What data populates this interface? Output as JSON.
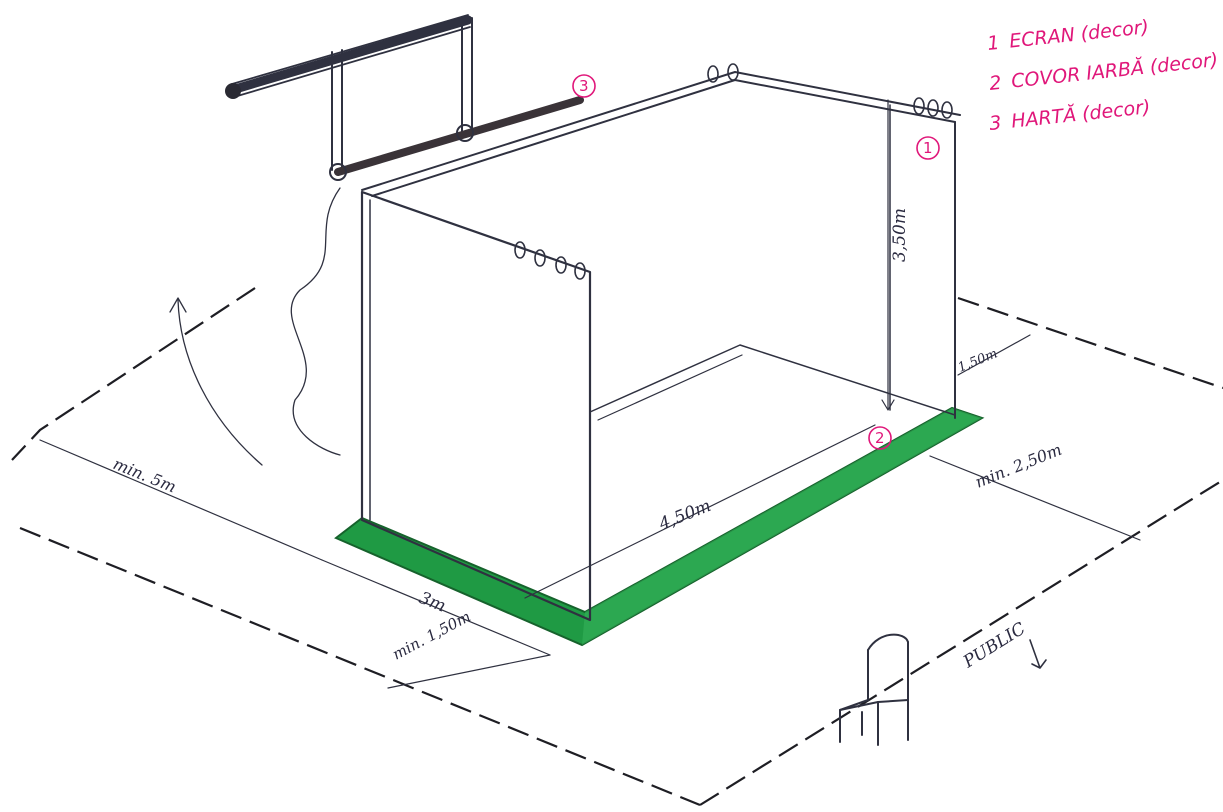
{
  "legend": {
    "items": [
      {
        "number": "1",
        "text": "ECRAN (decor)"
      },
      {
        "number": "2",
        "text": "COVOR IARBĂ (decor)"
      },
      {
        "number": "3",
        "text": "HARTĂ (decor)"
      }
    ]
  },
  "markers": {
    "screen": "1",
    "carpet": "2",
    "map": "3"
  },
  "dimensions": {
    "height": "3,50m",
    "length": "4,50m",
    "width": "3m",
    "side_gap": "1,50m",
    "left_min": "min. 5m",
    "front_min": "min. 1,50m",
    "right_min": "min. 2,50m"
  },
  "audience_label": "PUBLIC",
  "colors": {
    "annotation": "#e0177a",
    "carpet": "#1f9a44",
    "ink": "#2f3140"
  }
}
